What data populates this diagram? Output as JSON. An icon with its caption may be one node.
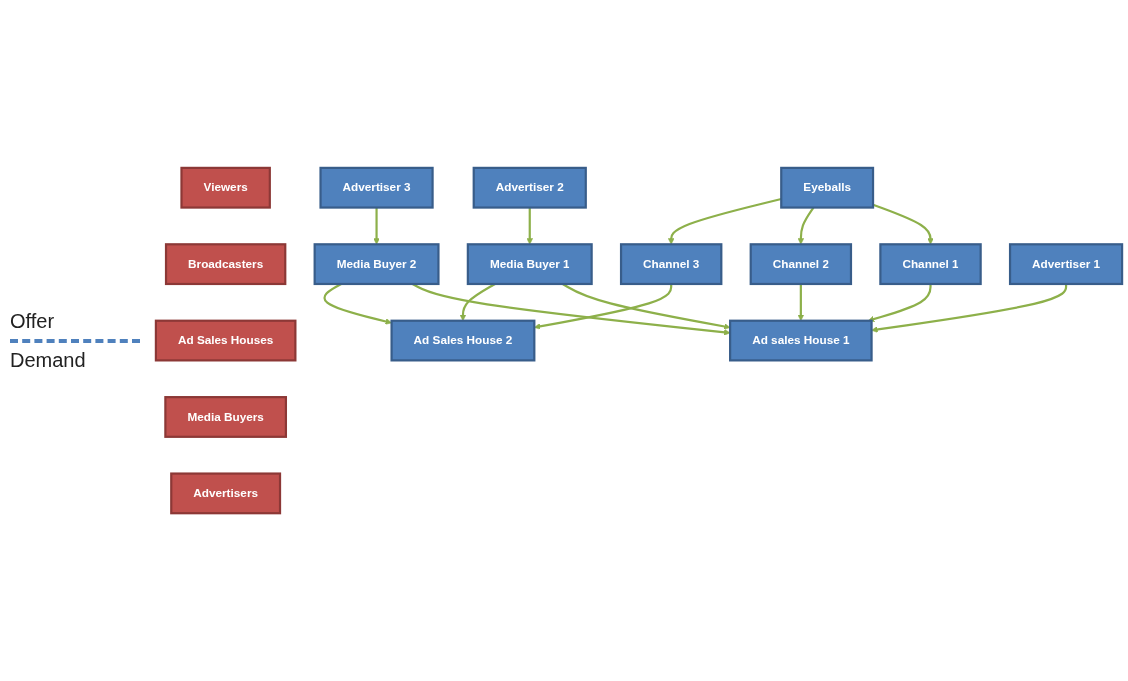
{
  "diagram": {
    "nodes": [
      {
        "text": [
          "Viewers"
        ]
      },
      {
        "text": [
          "Eyeballs"
        ]
      },
      {
        "text": [
          "Broadcasters"
        ]
      },
      {
        "text": [
          "Channel 1"
        ]
      },
      {
        "text": [
          "Channel 2"
        ]
      },
      {
        "text": [
          "Channel 3"
        ]
      },
      {
        "text": [
          "Ad Sales Houses"
        ]
      },
      {
        "text": [
          "Ad sales House 1"
        ]
      },
      {
        "text": [
          "Ad Sales House 2"
        ]
      },
      {
        "text": [
          "Media Buyers"
        ]
      },
      {
        "text": [
          "Media Buyer 1"
        ]
      },
      {
        "text": [
          "Media Buyer 2"
        ]
      },
      {
        "text": [
          "Advertisers"
        ]
      },
      {
        "text": [
          "Advertiser 1"
        ]
      },
      {
        "text": [
          "Advertiser 2"
        ]
      },
      {
        "text": [
          "Advertiser 3"
        ]
      }
    ],
    "edges": [
      {
        "from": 1,
        "to": 3,
        "arrow": "to"
      },
      {
        "from": 1,
        "to": 4,
        "arrow": "to"
      },
      {
        "from": 1,
        "to": 5,
        "arrow": "to"
      },
      {
        "from": 3,
        "to": 7,
        "arrow": "to"
      },
      {
        "from": 4,
        "to": 7,
        "arrow": "to"
      },
      {
        "from": 5,
        "to": 8,
        "arrow": "to"
      },
      {
        "from": 13,
        "to": 7,
        "arrow": "to"
      },
      {
        "from": 10,
        "to": 7,
        "arrow": "to"
      },
      {
        "from": 10,
        "to": 8,
        "arrow": "to"
      },
      {
        "from": 11,
        "to": 7,
        "arrow": "to"
      },
      {
        "from": 11,
        "to": 8,
        "arrow": "to"
      },
      {
        "from": 14,
        "to": 10,
        "arrow": "to"
      },
      {
        "from": 15,
        "to": 11,
        "arrow": "to"
      }
    ],
    "labels": [
      "Offer",
      "Demand"
    ]
  }
}
